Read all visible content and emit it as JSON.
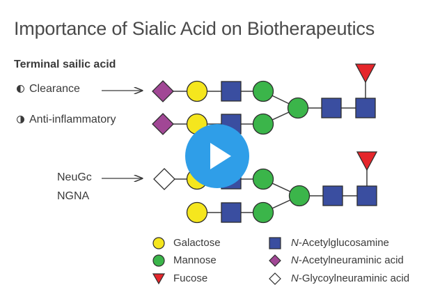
{
  "header": {
    "title": "Importance of Sialic Acid on Biotherapeutics",
    "subtitle": "Terminal sailic acid"
  },
  "labels": {
    "clearance": "Clearance",
    "anti_inflammatory": "Anti-inflammatory",
    "neugc": "NeuGc",
    "ngna": "NGNA"
  },
  "legend": {
    "galactose": "Galactose",
    "mannose": "Mannose",
    "fucose": "Fucose",
    "glcnac_prefix": "N",
    "glcnac_rest": "-Acetylglucosamine",
    "neuac_prefix": "N",
    "neuac_rest": "-Acetylneuraminic acid",
    "neugc_prefix": "N",
    "neugc_rest": "-Glycoylneuraminic acid"
  },
  "colors": {
    "galactose": "#f5e61e",
    "mannose": "#3bb54a",
    "glcnac": "#3a4ea0",
    "neuac": "#a14795",
    "fucose": "#e5262b",
    "play": "#2f9ee8"
  },
  "video": {
    "play_icon": "play-icon"
  }
}
